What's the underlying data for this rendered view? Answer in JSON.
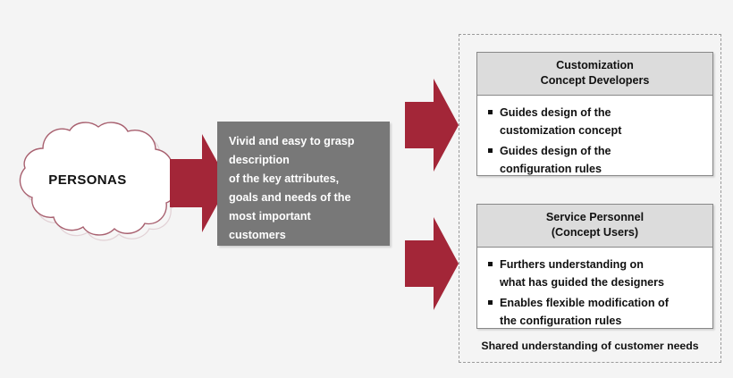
{
  "diagram": {
    "background_color": "#f4f4f4",
    "accent_color": "#a32638",
    "gray_box_color": "#787878",
    "header_color": "#dcdcdc",
    "source": {
      "label": "PERSONAS",
      "shape": "cloud"
    },
    "description_box": {
      "text": "Vivid and easy to grasp description\nof the key attributes,\ngoals and needs of the\nmost important\ncustomers"
    },
    "arrows": [
      {
        "name": "arrow-personas-to-description",
        "direction": "right"
      },
      {
        "name": "arrow-description-to-developers",
        "direction": "right"
      },
      {
        "name": "arrow-description-to-service",
        "direction": "right"
      }
    ],
    "audiences": [
      {
        "title": "Customization\nConcept Developers",
        "bullets": [
          "Guides design of the\ncustomization concept",
          "Guides design of the\nconfiguration rules"
        ]
      },
      {
        "title": "Service Personnel\n(Concept Users)",
        "bullets": [
          "Furthers understanding on\nwhat has guided the designers",
          "Enables flexible modification of\nthe configuration rules"
        ]
      }
    ],
    "footer": "Shared understanding of customer needs"
  }
}
